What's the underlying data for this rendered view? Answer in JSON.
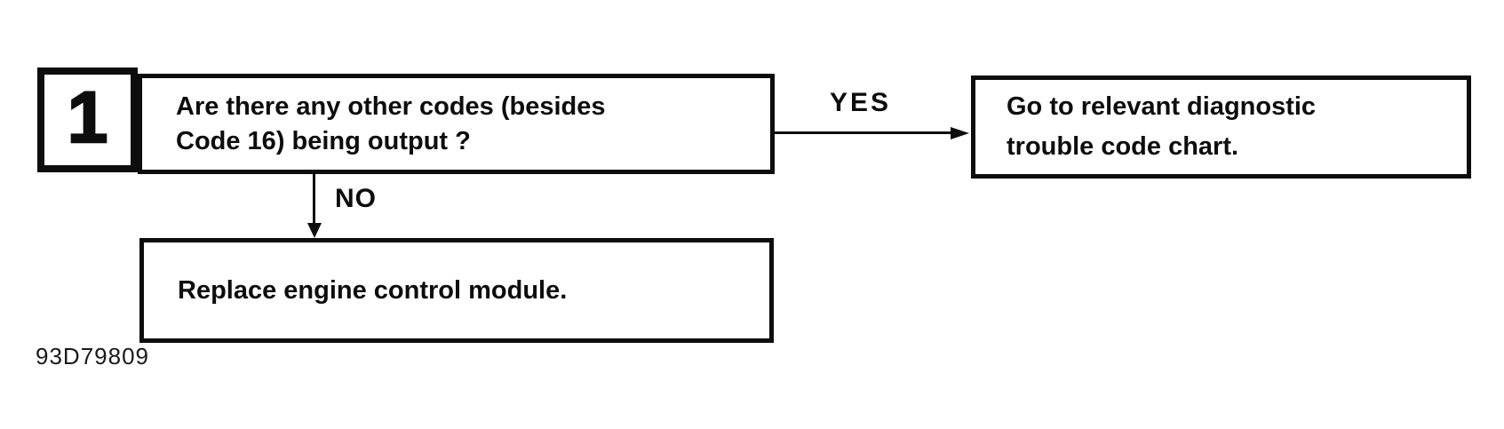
{
  "page": {
    "background_color": "#ffffff",
    "ink_color": "#0d0d0d"
  },
  "flowchart": {
    "step_number": "1",
    "question_box": {
      "lines": [
        "Are there any other codes (besides",
        "Code 16) being output ?"
      ]
    },
    "yes_branch": {
      "label": "YES",
      "result_box": {
        "lines": [
          "Go to relevant diagnostic",
          "trouble code chart."
        ]
      }
    },
    "no_branch": {
      "label": "NO",
      "result_box": {
        "lines": [
          "Replace engine control module."
        ]
      }
    },
    "figure_code": "93D79809"
  }
}
